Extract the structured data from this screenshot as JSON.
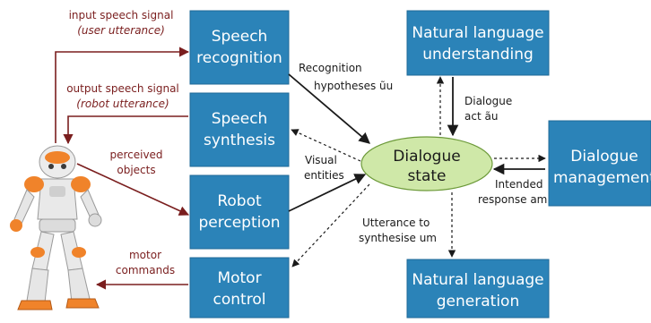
{
  "colors": {
    "module_fill": "#2b83b8",
    "module_stroke": "#1f6a97",
    "state_fill": "#cfe8a8",
    "state_stroke": "#6d9a3a",
    "channel_arrow": "#7a1e1e",
    "flow_arrow": "#1a1a1a"
  },
  "modules": {
    "speech_recognition": [
      "Speech",
      "recognition"
    ],
    "speech_synthesis": [
      "Speech",
      "synthesis"
    ],
    "robot_perception": [
      "Robot",
      "perception"
    ],
    "motor_control": [
      "Motor",
      "control"
    ],
    "nlu": [
      "Natural language",
      "understanding"
    ],
    "nlg": [
      "Natural language",
      "generation"
    ],
    "dialogue_management": [
      "Dialogue",
      "management"
    ]
  },
  "dialogue_state": [
    "Dialogue",
    "state"
  ],
  "channels": {
    "input_speech": [
      "input speech signal",
      "(user utterance)"
    ],
    "output_speech": [
      "output speech signal",
      "(robot utterance)"
    ],
    "perceived_objects": [
      "perceived",
      "objects"
    ],
    "motor_commands": [
      "motor",
      "commands"
    ]
  },
  "flows": {
    "recognition": [
      "Recognition",
      "hypotheses ũu"
    ],
    "visual": [
      "Visual",
      "entities"
    ],
    "dialogue_act": [
      "Dialogue",
      "act ãu"
    ],
    "intended_response": [
      "Intended",
      "response am"
    ],
    "utterance": [
      "Utterance to",
      "synthesise um"
    ]
  },
  "robot_icon": "humanoid-robot-icon"
}
